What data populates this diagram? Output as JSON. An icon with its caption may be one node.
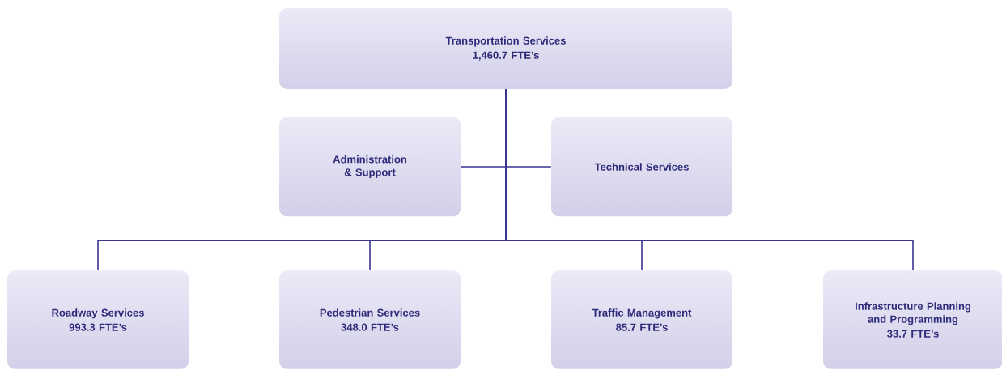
{
  "diagram": {
    "nodes": [
      {
        "text": [
          "Transportation Services",
          "1,460.7 FTE’s"
        ]
      },
      {
        "text": [
          "Administration & Support"
        ]
      },
      {
        "text": [
          "Technical Services"
        ]
      },
      {
        "text": [
          "Roadway Services",
          "993.3 FTE’s"
        ]
      },
      {
        "text": [
          "Pedestrian Services",
          "348.0 FTE’s"
        ]
      },
      {
        "text": [
          "Traffic Management",
          "85.7 FTE’s"
        ]
      },
      {
        "text": [
          "Infrastructure Planning and Programming",
          "33.7 FTE’s"
        ]
      }
    ],
    "edges": [
      {
        "from": 0,
        "to": 1,
        "arrow": "none"
      },
      {
        "from": 0,
        "to": 2,
        "arrow": "none"
      },
      {
        "from": 0,
        "to": 3,
        "arrow": "none"
      },
      {
        "from": 0,
        "to": 4,
        "arrow": "none"
      },
      {
        "from": 0,
        "to": 5,
        "arrow": "none"
      },
      {
        "from": 0,
        "to": 6,
        "arrow": "none"
      }
    ]
  }
}
